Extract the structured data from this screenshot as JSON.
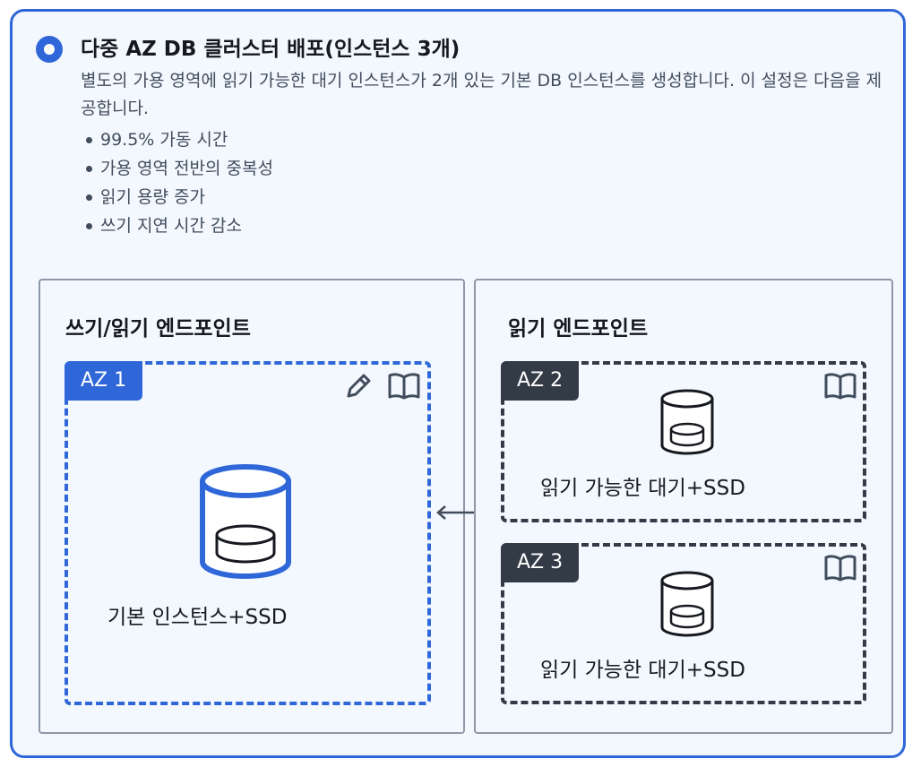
{
  "option": {
    "title": "다중 AZ DB 클러스터 배포(인스턴스 3개)",
    "description": "별도의 가용 영역에 읽기 가능한 대기 인스턴스가 2개 있는 기본 DB 인스턴스를 생성합니다. 이 설정은 다음을 제공합니다.",
    "bullets": [
      "99.5% 가동 시간",
      "가용 영역 전반의 중복성",
      "읽기 용량 증가",
      "쓰기 지연 시간 감소"
    ],
    "selected": true
  },
  "diagram": {
    "write_endpoint": {
      "label": "쓰기/읽기 엔드포인트",
      "az": {
        "badge": "AZ 1",
        "instance_label": "기본 인스턴스+SSD",
        "icons": [
          "pencil-icon",
          "book-icon"
        ]
      }
    },
    "read_endpoint": {
      "label": "읽기 엔드포인트",
      "zones": [
        {
          "badge": "AZ 2",
          "instance_label": "읽기 가능한 대기+SSD",
          "icons": [
            "book-icon"
          ]
        },
        {
          "badge": "AZ 3",
          "instance_label": "읽기 가능한 대기+SSD",
          "icons": [
            "book-icon"
          ]
        }
      ]
    },
    "colors": {
      "accent": "#2f67d8",
      "dark": "#333b47",
      "background": "#f3f8ff",
      "border_gray": "#8d99a8"
    }
  }
}
